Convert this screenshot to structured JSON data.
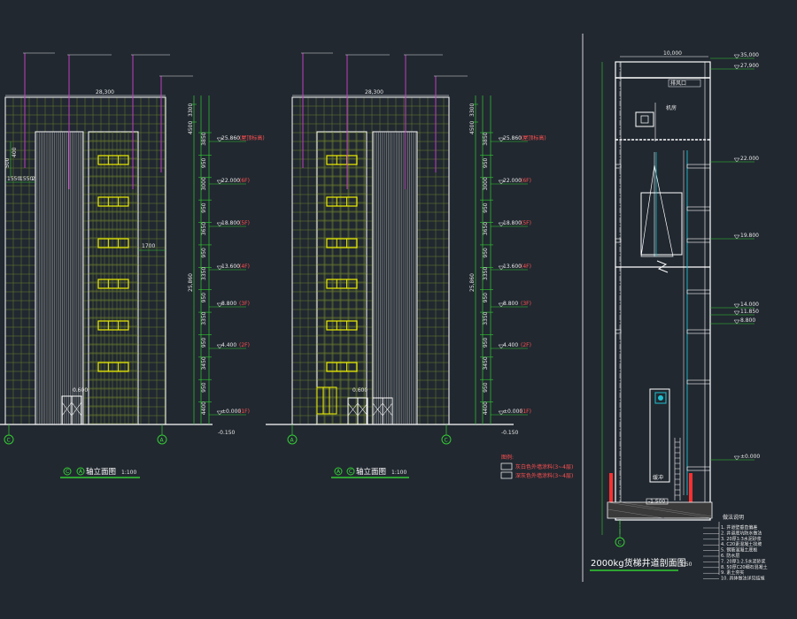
{
  "colors": {
    "background": "#212830",
    "outline": "#ffffff",
    "grid": "#6f7f2c",
    "windows": "#f0f000",
    "dimension": "#33cc33",
    "leader": "#c040c0",
    "cyan": "#20c0d0",
    "red": "#ff3030"
  },
  "elevation_left": {
    "title": "轴立面图",
    "scale": "1:100",
    "left_axis": "C",
    "right_axis": "A",
    "title_axis_1": "C",
    "title_axis_2": "A",
    "top_dim": "28,300",
    "entry_level": "0.600",
    "mid_dim": "1700",
    "bottom_level": "-0.150",
    "left_dims": [
      "1550",
      "1550",
      "2"
    ],
    "left_vert_dims": [
      "500",
      "400"
    ],
    "levels": [
      {
        "value": "25.860",
        "note": "(屋顶标高)"
      },
      {
        "value": "22.000",
        "note": "(6F)"
      },
      {
        "value": "18.800",
        "note": "(5F)"
      },
      {
        "value": "13.600",
        "note": "(4F)"
      },
      {
        "value": "8.800",
        "note": "(3F)"
      },
      {
        "value": "4.400",
        "note": "(2F)"
      },
      {
        "value": "±0.000",
        "note": "(1F)"
      }
    ],
    "dims_outer": [
      "3300",
      "4500"
    ],
    "dims_inner": [
      "3850",
      "950",
      "3000",
      "950",
      "3650",
      "950",
      "3350",
      "950",
      "3350",
      "950",
      "3450",
      "950",
      "4400"
    ],
    "total_dim": "25,860"
  },
  "elevation_right": {
    "title": "轴立面图",
    "scale": "1:100",
    "left_axis": "A",
    "right_axis": "C",
    "title_axis_1": "A",
    "title_axis_2": "C",
    "top_dim": "28,300",
    "entry_level": "0.600",
    "bottom_level": "-0.150",
    "levels": [
      {
        "value": "25.860",
        "note": "(屋顶标高)"
      },
      {
        "value": "22.000",
        "note": "(6F)"
      },
      {
        "value": "18.800",
        "note": "(5F)"
      },
      {
        "value": "13.600",
        "note": "(4F)"
      },
      {
        "value": "8.800",
        "note": "(3F)"
      },
      {
        "value": "4.400",
        "note": "(2F)"
      },
      {
        "value": "±0.000",
        "note": "(1F)"
      }
    ],
    "dims_outer": [
      "3300",
      "4500"
    ],
    "dims_inner": [
      "3850",
      "950",
      "3000",
      "950",
      "3650",
      "950",
      "3350",
      "950",
      "3350",
      "950",
      "3450",
      "950",
      "4400"
    ],
    "total_dim": "25,860"
  },
  "legend": {
    "heading": "图例:",
    "items": [
      "灰白色外墙涂料(3~4层)",
      "深灰色外墙涂料(3~4层)"
    ]
  },
  "section": {
    "title": "2000kg货梯井道剖面图",
    "scale": "1:50",
    "axis": "C",
    "top_dim": "10,000",
    "box_label": "排风口",
    "machine_label": "机房",
    "pit_label": "-1.500",
    "buffer_label": "缓冲",
    "right_levels": [
      "35,000",
      "27,900",
      "22.000",
      "19.800",
      "14.000",
      "11.850",
      "8.800",
      "±0.000"
    ],
    "notes_heading": "做法说明",
    "notes": [
      "1. 井道壁垂直偏差",
      "2. 井道底坑防水做法",
      "3. 20厚1:3水泥砂浆",
      "4. C20素混凝土找坡",
      "5. 钢筋混凝土底板",
      "6. 防水层",
      "7. 20厚1:2.5水泥砂浆",
      "8. 50厚C20细石混凝土",
      "9. 素土夯实",
      "10. 具体做法详见结施"
    ]
  }
}
